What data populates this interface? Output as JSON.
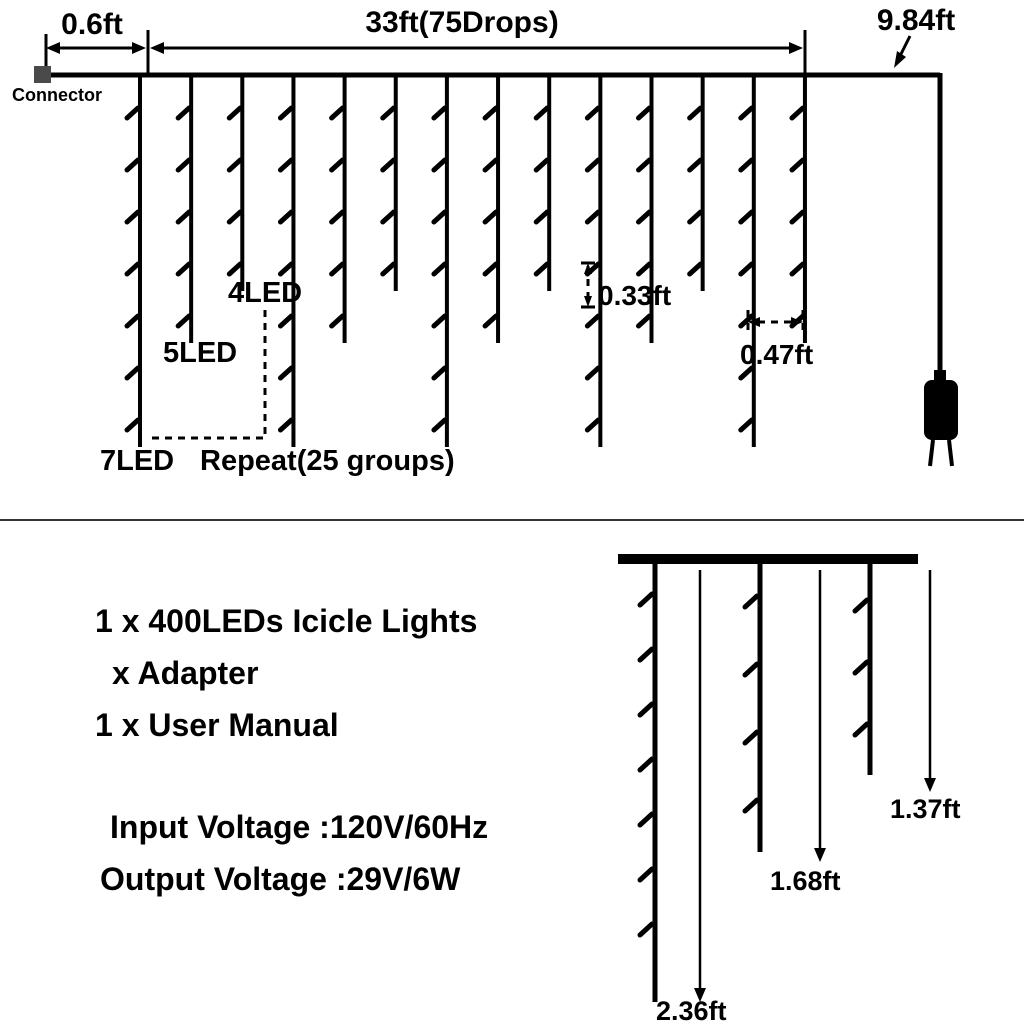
{
  "top_diagram": {
    "connector_label": "Connector",
    "dim_left": "0.6ft",
    "dim_span": "33ft(75Drops)",
    "dim_lead": "9.84ft",
    "led_labels": {
      "four": "4LED",
      "five": "5LED",
      "seven": "7LED"
    },
    "repeat_label": "Repeat(25 groups)",
    "led_spacing": "0.33ft",
    "drop_spacing": "0.47ft",
    "pattern": [
      7,
      5,
      4
    ]
  },
  "package_contents": {
    "line1": "1 x 400LEDs Icicle Lights",
    "line2": "x Adapter",
    "line3": "1 x User Manual",
    "line4": "Input Voltage :120V/60Hz",
    "line5": "Output Voltage :29V/6W"
  },
  "bottom_diagram": {
    "drop_lengths": {
      "short": "1.37ft",
      "medium": "1.68ft",
      "long": "2.36ft"
    }
  },
  "colors": {
    "accent": "#1EA7E8",
    "line": "#000000"
  }
}
